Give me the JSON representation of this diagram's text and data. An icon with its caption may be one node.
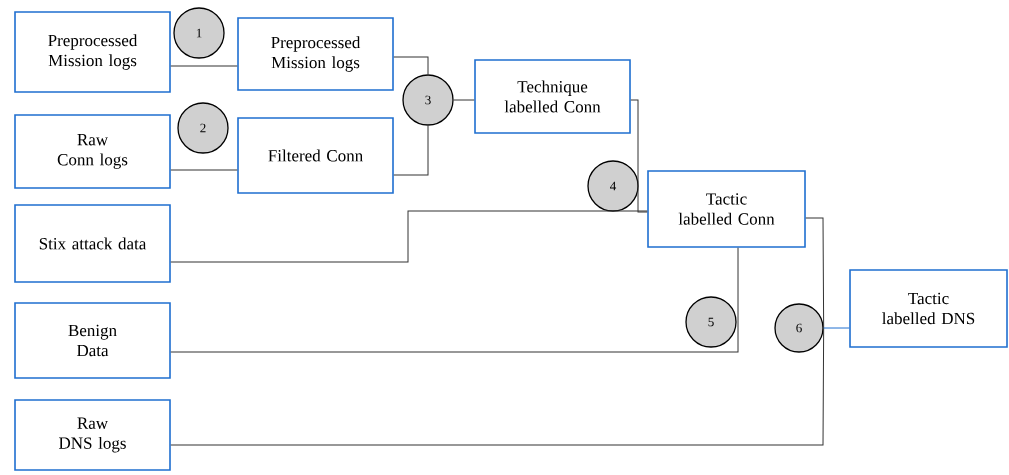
{
  "diagram": {
    "nodes": [
      {
        "text": [
          "Preprocessed Mission logs"
        ]
      },
      {
        "text": [
          "1"
        ]
      },
      {
        "text": [
          "Preprocessed Mission logs"
        ]
      },
      {
        "text": [
          "Raw Conn logs"
        ]
      },
      {
        "text": [
          "2"
        ]
      },
      {
        "text": [
          "Filtered Conn"
        ]
      },
      {
        "text": [
          "3"
        ]
      },
      {
        "text": [
          "Technique labelled Conn"
        ]
      },
      {
        "text": [
          "Stix attack data"
        ]
      },
      {
        "text": [
          "4"
        ]
      },
      {
        "text": [
          "Tactic labelled Conn"
        ]
      },
      {
        "text": [
          "Benign Data"
        ]
      },
      {
        "text": [
          "5"
        ]
      },
      {
        "text": [
          "6"
        ]
      },
      {
        "text": [
          "Tactic labelled DNS"
        ]
      },
      {
        "text": [
          "Raw DNS logs"
        ]
      }
    ],
    "edges": [
      {
        "from": 0,
        "to": 2,
        "arrow": "none"
      },
      {
        "from": 3,
        "to": 5,
        "arrow": "none"
      },
      {
        "from": 2,
        "to": 6,
        "arrow": "none"
      },
      {
        "from": 5,
        "to": 6,
        "arrow": "none"
      },
      {
        "from": 6,
        "to": 7,
        "arrow": "none"
      },
      {
        "from": 7,
        "to": 10,
        "arrow": "none"
      },
      {
        "from": 8,
        "to": 10,
        "arrow": "none"
      },
      {
        "from": 11,
        "to": 10,
        "arrow": "none"
      },
      {
        "from": 10,
        "to": 13,
        "arrow": "none"
      },
      {
        "from": 15,
        "to": 13,
        "arrow": "none"
      },
      {
        "from": 13,
        "to": 14,
        "arrow": "none",
        "color": "#1f6fd0"
      }
    ]
  }
}
